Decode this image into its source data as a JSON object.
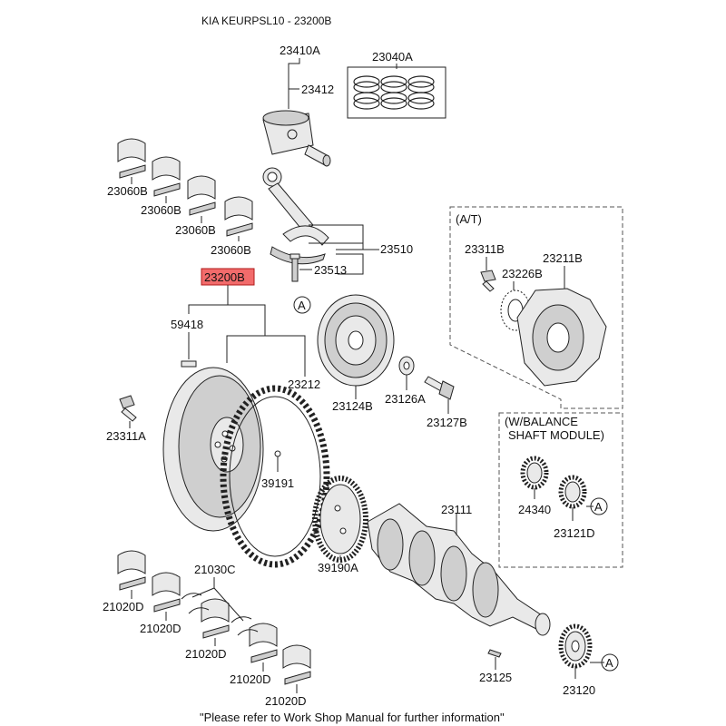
{
  "title": "KIA KEURPSL10 - 23200B",
  "footer": "\"Please refer to Work Shop Manual for further information\"",
  "highlighted_part": "23200B",
  "highlight_color": "#f26b6b",
  "labels": {
    "p23410A": "23410A",
    "p23040A": "23040A",
    "p23412": "23412",
    "p23060B_1": "23060B",
    "p23060B_2": "23060B",
    "p23060B_3": "23060B",
    "p23060B_4": "23060B",
    "p23510": "23510",
    "p23513": "23513",
    "p23200B": "23200B",
    "p59418": "59418",
    "p23212": "23212",
    "p23311A": "23311A",
    "p39191": "39191",
    "p23124B": "23124B",
    "p23126A": "23126A",
    "p23127B": "23127B",
    "p39190A": "39190A",
    "p23111": "23111",
    "p21030C": "21030C",
    "p21020D_1": "21020D",
    "p21020D_2": "21020D",
    "p21020D_3": "21020D",
    "p21020D_4": "21020D",
    "p21020D_5": "21020D",
    "p23125": "23125",
    "p23120": "23120",
    "at_header": "(A/T)",
    "p23311B": "23311B",
    "p23226B": "23226B",
    "p23211B": "23211B",
    "bal_header_1": "(W/BALANCE",
    "bal_header_2": "SHAFT MODULE)",
    "p24340": "24340",
    "p23121D": "23121D",
    "ref_A_1": "A",
    "ref_A_2": "A",
    "ref_A_3": "A"
  }
}
